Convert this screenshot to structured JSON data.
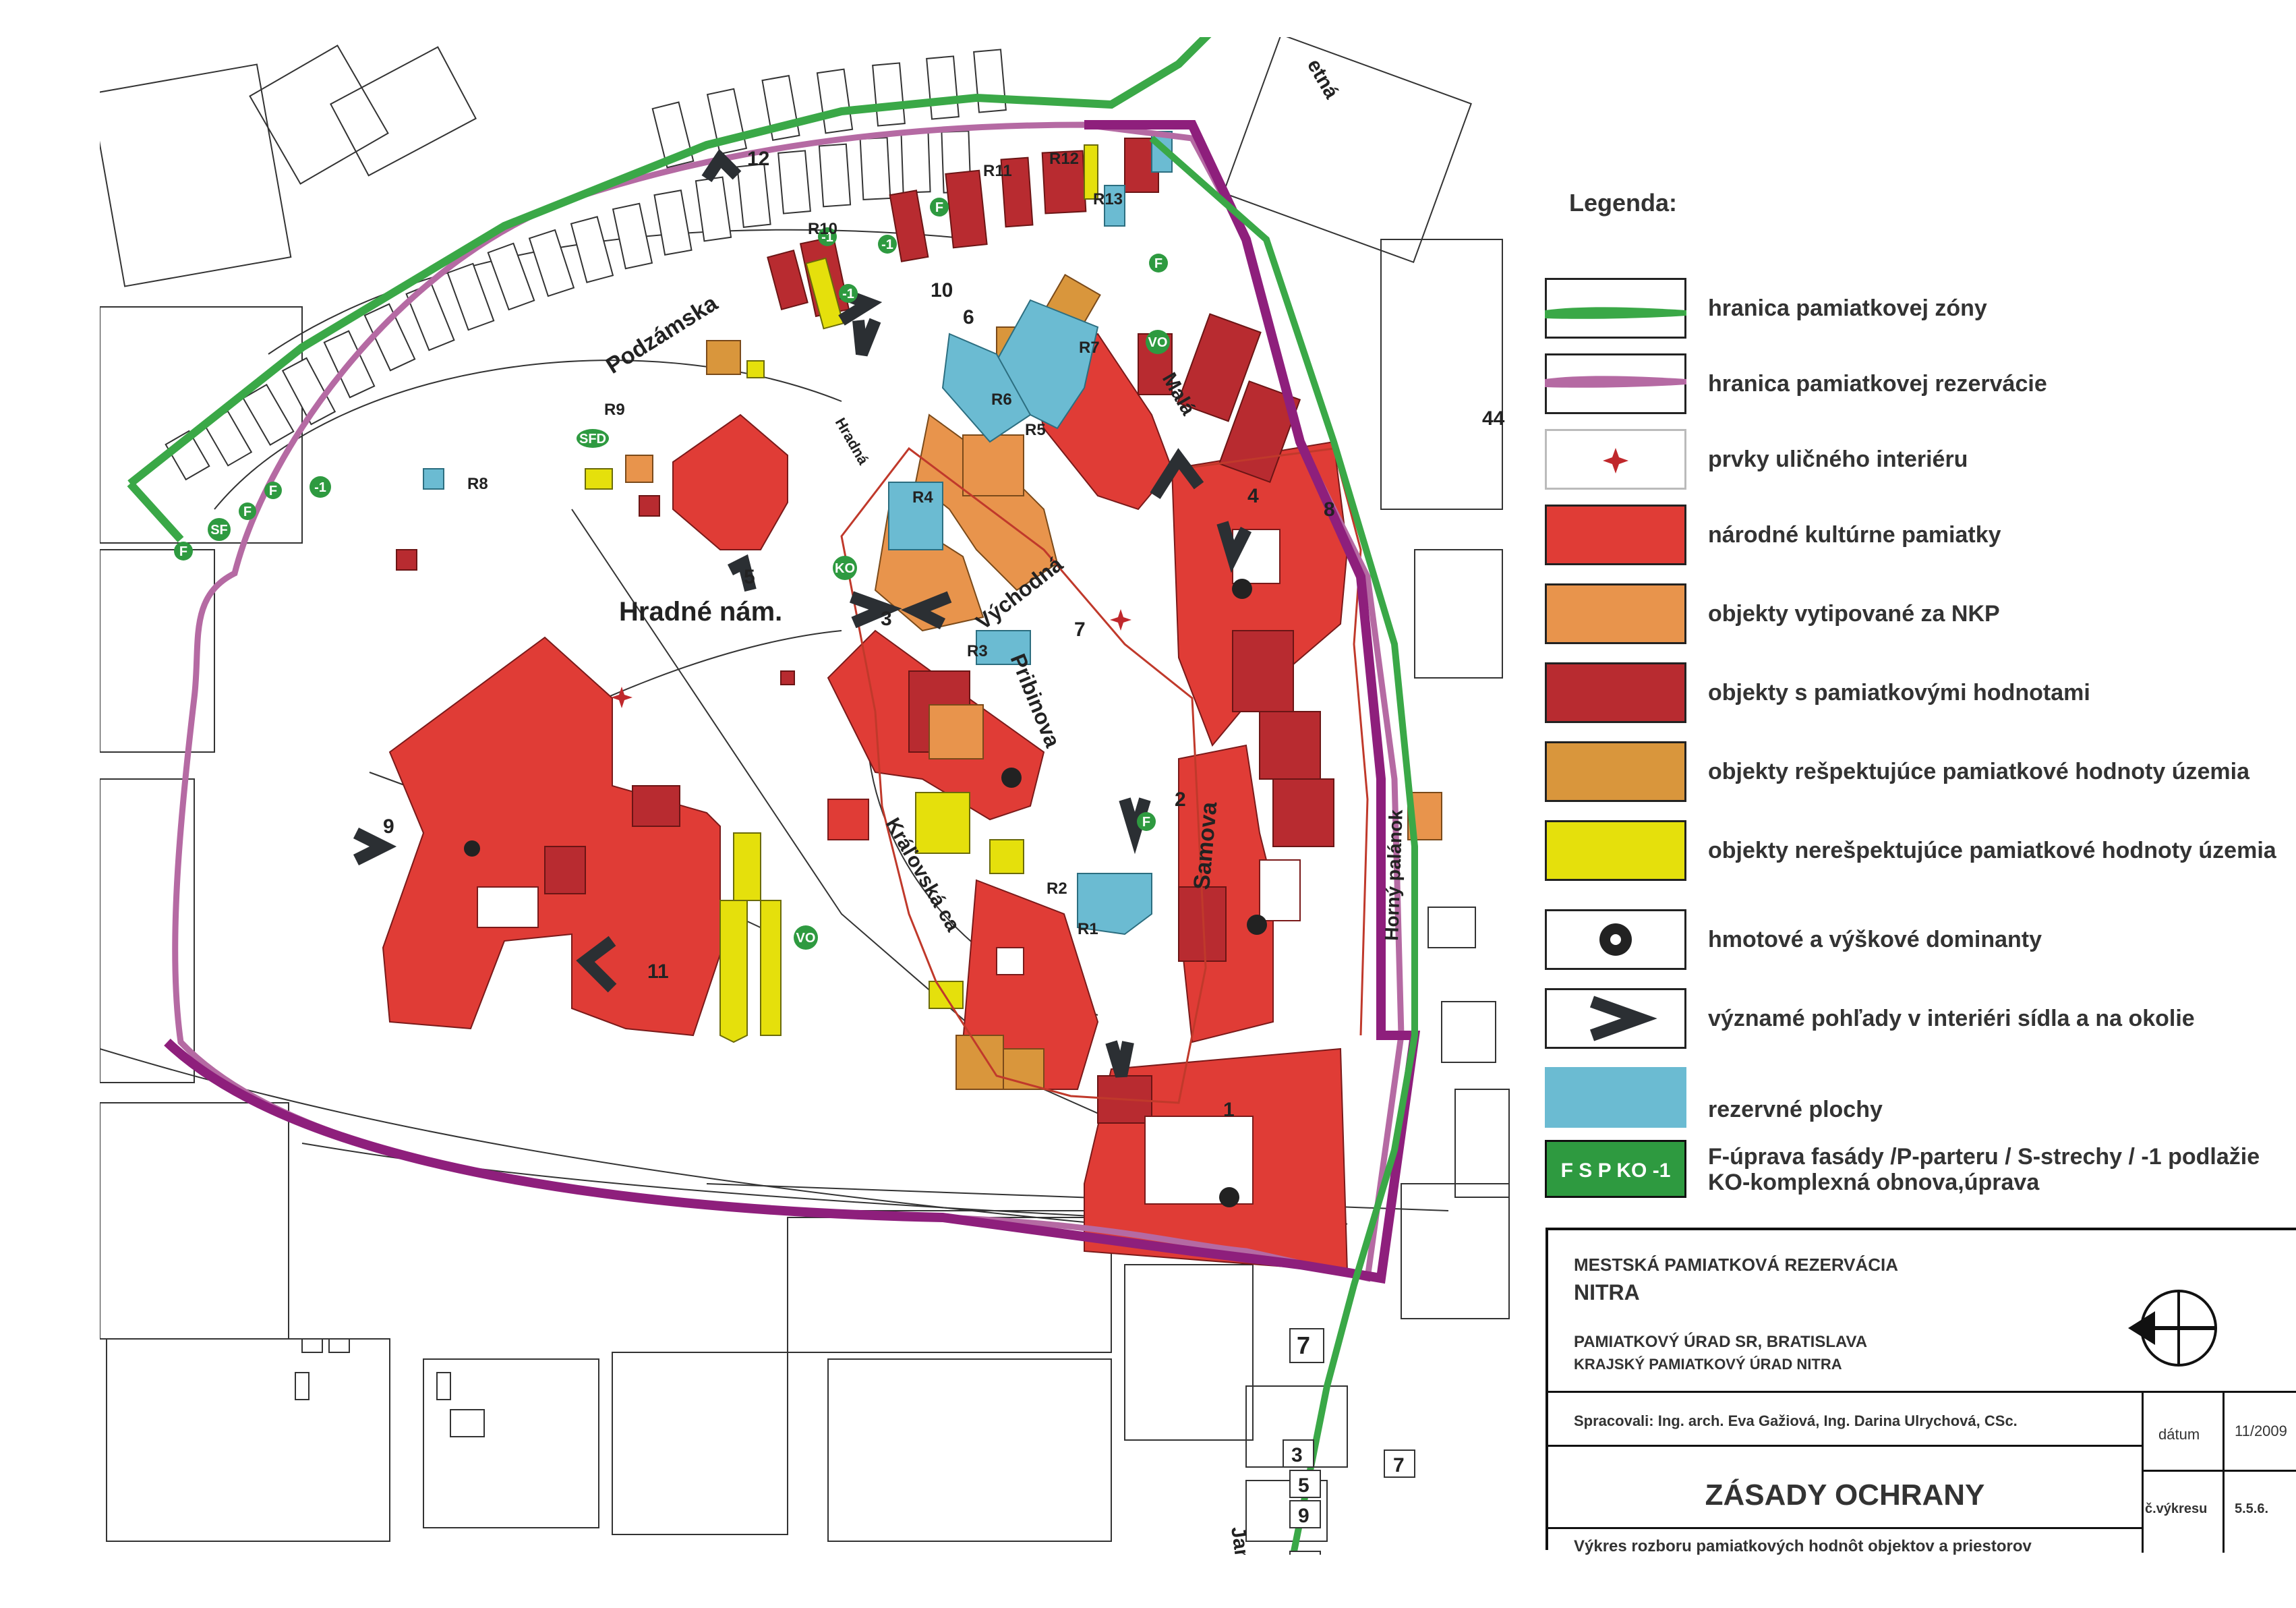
{
  "map": {
    "streets": {
      "podzamska": "Podzámska",
      "hradne_nam": "Hradné nám.",
      "vychodna": "Východná",
      "pribinova": "Pribinova",
      "samova": "Samova",
      "mala": "Malá",
      "kralovska": "Kráľovská ca",
      "horny_palanok": "Horný palánok",
      "janka": "Janka",
      "etna": "etná",
      "hradna": "Hradná"
    },
    "view_numbers": [
      "1",
      "2",
      "3",
      "4",
      "5",
      "6",
      "7",
      "8",
      "9",
      "10",
      "11",
      "12"
    ],
    "reserve_labels": [
      "R1",
      "R2",
      "R3",
      "R4",
      "R5",
      "R6",
      "R7",
      "R8",
      "R9",
      "R10",
      "R11",
      "R12",
      "R13"
    ],
    "tags": {
      "f": "F",
      "sf": "SF",
      "sfd": "SFD",
      "minus1": "-1",
      "vo": "VO",
      "ko": "KO"
    },
    "side_numbers": [
      "7",
      "3",
      "5",
      "7",
      "9",
      "11",
      "44"
    ]
  },
  "legend": {
    "title": "Legenda:",
    "items": [
      {
        "label": "hranica pamiatkovej zóny",
        "kind": "line",
        "color": "#3aa847"
      },
      {
        "label": "hranica pamiatkovej rezervácie",
        "kind": "line",
        "color": "#b56aa3"
      },
      {
        "label": "prvky uličného interiéru",
        "kind": "star",
        "color": "#c0282c"
      },
      {
        "label": "národné kultúrne pamiatky",
        "kind": "fill",
        "color": "#e03c36"
      },
      {
        "label": "objekty vytipované za NKP",
        "kind": "fill",
        "color": "#e8944c"
      },
      {
        "label": "objekty s pamiatkovými hodnotami",
        "kind": "fill",
        "color": "#b82b30"
      },
      {
        "label": "objekty rešpektujúce pamiatkové hodnoty územia",
        "kind": "fill",
        "color": "#d9963c"
      },
      {
        "label": "objekty nerešpektujúce pamiatkové hodnoty územia",
        "kind": "fill",
        "color": "#e5e00c"
      },
      {
        "label": "hmotové a výškové dominanty",
        "kind": "dot",
        "color": "#222222"
      },
      {
        "label": "významé pohľady v interiéri sídla a na okolie",
        "kind": "arrow",
        "color": "#222222"
      },
      {
        "label": "rezervné plochy",
        "kind": "fill",
        "color": "#6bbbd2"
      }
    ],
    "last": {
      "swatch_text": "F S P KO -1",
      "swatch_color": "#2e9a40",
      "line1": "F-úprava fasády /P-parteru / S-strechy / -1 podlažie",
      "line2": "KO-komplexná obnova,úprava"
    }
  },
  "titleblock": {
    "line1": "MESTSKÁ PAMIATKOVÁ REZERVÁCIA",
    "line2": "NITRA",
    "line3": "PAMIATKOVÝ ÚRAD  SR, BRATISLAVA",
    "line4": "KRAJSKÝ PAMIATKOVÝ ÚRAD NITRA",
    "authors": "Spracovali: Ing. arch. Eva Gažiová, Ing. Darina Ulrychová, CSc.",
    "main_title": "ZÁSADY OCHRANY",
    "subtitle": "Výkres rozboru pamiatkových hodnôt objektov a priestorov",
    "date_label": "dátum",
    "date_value": "11/2009",
    "drawing_label": "č.výkresu",
    "drawing_value": "5.5.6."
  },
  "colors": {
    "nkp": "#e03c36",
    "valued": "#b82b30",
    "tipped": "#e8944c",
    "respecting": "#d9963c",
    "nonrespecting": "#e5e00c",
    "reserve": "#6bbbd2",
    "zone": "#3aa847",
    "reservation": "#b56aa3",
    "purple": "#8e1f7c",
    "tag": "#2e9a40"
  }
}
